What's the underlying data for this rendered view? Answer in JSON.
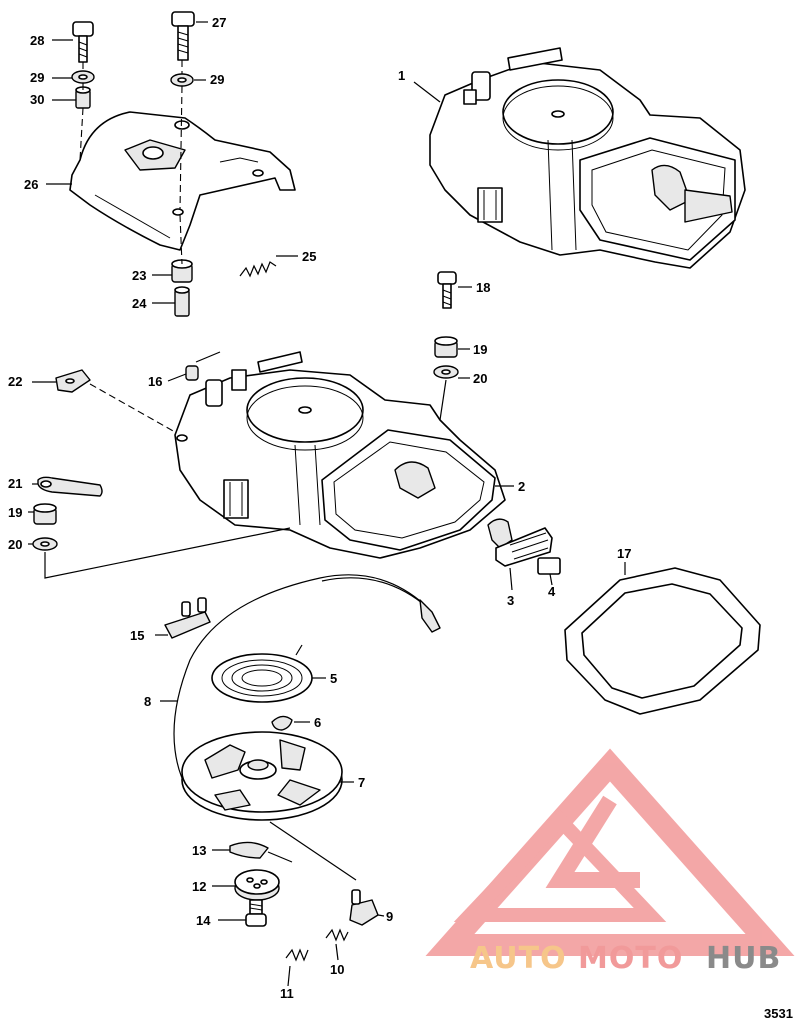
{
  "figure_number": "3531",
  "watermark": {
    "part1": "AUTO",
    "part2": "MOTO",
    "part3": "HUB"
  },
  "callouts": {
    "c1": "1",
    "c2": "2",
    "c3": "3",
    "c4": "4",
    "c5": "5",
    "c6": "6",
    "c7": "7",
    "c8": "8",
    "c9": "9",
    "c10": "10",
    "c11": "11",
    "c12": "12",
    "c13": "13",
    "c14": "14",
    "c15": "15",
    "c16": "16",
    "c17": "17",
    "c18": "18",
    "c19a": "19",
    "c19b": "19",
    "c20a": "20",
    "c20b": "20",
    "c21": "21",
    "c22": "22",
    "c23": "23",
    "c24": "24",
    "c25": "25",
    "c26": "26",
    "c27": "27",
    "c28": "28",
    "c29a": "29",
    "c29b": "29",
    "c30": "30"
  },
  "colors": {
    "watermark_red": "#f08a8a",
    "watermark_orange": "#f6c68a",
    "watermark_gray": "#8a8a8a"
  }
}
